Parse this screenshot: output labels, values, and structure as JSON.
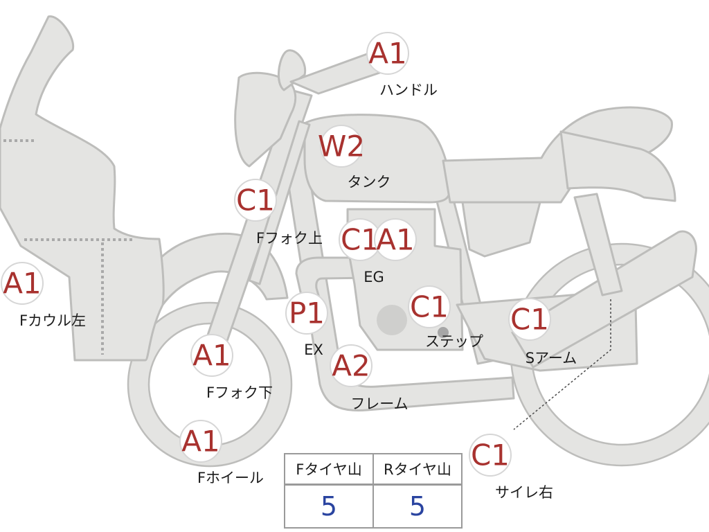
{
  "markers": [
    {
      "id": "handle",
      "code": "A1",
      "label": "ハンドル"
    },
    {
      "id": "tank",
      "code": "W2",
      "label": "タンク"
    },
    {
      "id": "fork-upper",
      "code": "C1",
      "label": "Fフォク上"
    },
    {
      "id": "engine-c",
      "code": "C1",
      "label": ""
    },
    {
      "id": "engine-a",
      "code": "A1",
      "label": "EG"
    },
    {
      "id": "cowl-left",
      "code": "A1",
      "label": "Fカウル左"
    },
    {
      "id": "exhaust",
      "code": "P1",
      "label": "EX"
    },
    {
      "id": "step",
      "code": "C1",
      "label": "ステップ"
    },
    {
      "id": "swingarm",
      "code": "C1",
      "label": "Sアーム"
    },
    {
      "id": "fork-lower",
      "code": "A1",
      "label": "Fフォク下"
    },
    {
      "id": "frame",
      "code": "A2",
      "label": "フレーム"
    },
    {
      "id": "wheel-front",
      "code": "A1",
      "label": "Fホイール"
    },
    {
      "id": "muffler-right",
      "code": "C1",
      "label": "サイレ右"
    }
  ],
  "tread": {
    "headers": [
      "Fタイヤ山",
      "Rタイヤ山"
    ],
    "values": [
      "5",
      "5"
    ]
  },
  "colors": {
    "code": "#a8322f",
    "value": "#2a44a0",
    "body": "#e4e4e2"
  }
}
